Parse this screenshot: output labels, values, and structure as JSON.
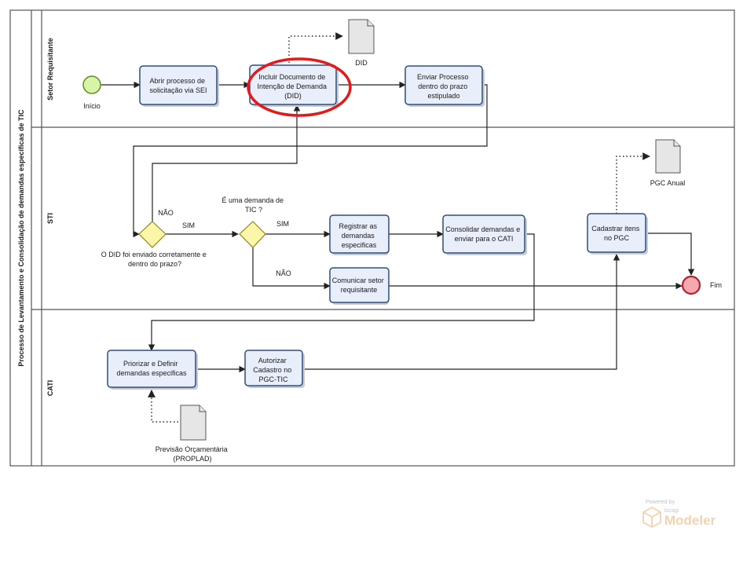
{
  "pool": {
    "title": "Processo de Levantamento e Consolidação de demandas específicas de TIC"
  },
  "lanes": [
    {
      "label": "Setor Requisitante"
    },
    {
      "label": "STI"
    },
    {
      "label": "CATI"
    }
  ],
  "events": {
    "start": "Início",
    "end": "Fim"
  },
  "tasks": {
    "abrir": [
      "Abrir processo de",
      "solicitação via SEI"
    ],
    "incluir": [
      "Incluir Documento de",
      "Intenção de Demanda",
      "(DID)"
    ],
    "enviar": [
      "Enviar Processo",
      "dentro do prazo",
      "estipulado"
    ],
    "registrar": [
      "Registrar as",
      "demandas",
      "especificas"
    ],
    "consolidar": [
      "Consolidar demandas e",
      "enviar para o CATI"
    ],
    "comunicar": [
      "Comunicar setor",
      "requisitante"
    ],
    "cadastrar": [
      "Cadastrar itens",
      "no PGC"
    ],
    "priorizar": [
      "Priorizar e Definir",
      "demandas especificas"
    ],
    "autorizar": [
      "Autorizar",
      "Cadastro no",
      "PGC-TIC"
    ]
  },
  "gateways": {
    "did": [
      "O DID foi enviado corretamente e",
      "dentro do prazo?"
    ],
    "tic": [
      "É uma demanda de",
      "TIC ?"
    ]
  },
  "flow_labels": {
    "nao1": "NÃO",
    "sim1": "SIM",
    "sim2": "SIM",
    "nao2": "NÃO"
  },
  "artifacts": {
    "did": "DID",
    "pgc": "PGC Anual",
    "previsao": [
      "Previsão Orçamentária",
      "(PROPLAD)"
    ]
  },
  "watermark": {
    "powered_by": "Powered by",
    "brand": "bizagi",
    "product": "Modeler"
  },
  "colors": {
    "task_fill": "#e8effa",
    "task_stroke": "#2f4f7f",
    "start_fill": "#d6f5a8",
    "end_fill": "#f5a8ad",
    "gateway_fill": "#fbf6a8",
    "highlight": "#e3191c",
    "watermark": "#f3c79a"
  }
}
